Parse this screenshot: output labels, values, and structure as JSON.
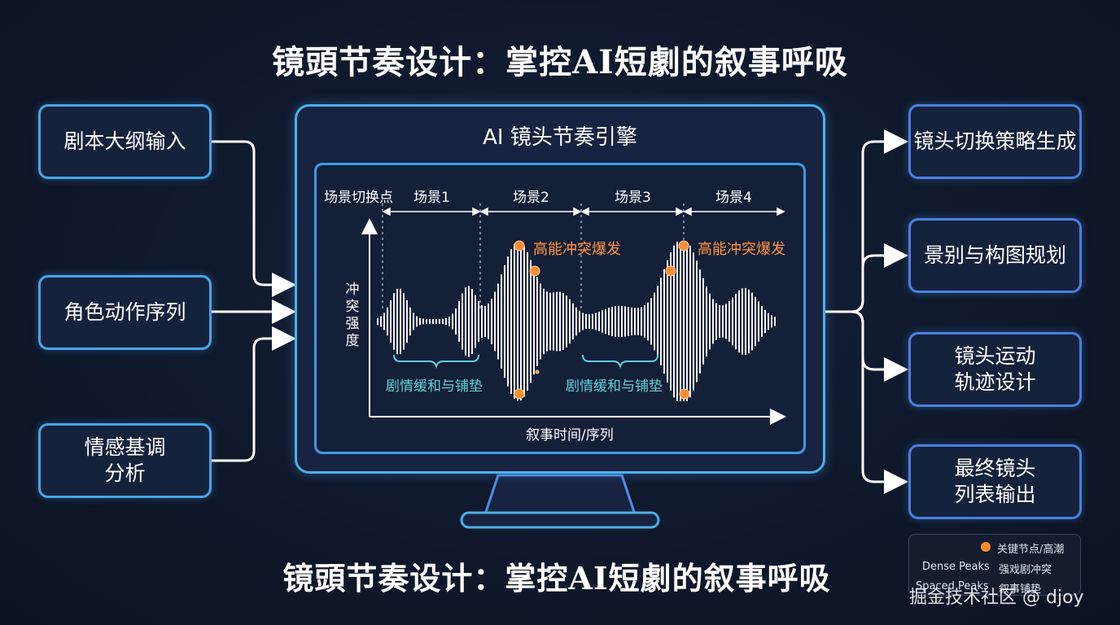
{
  "title": "镜頭节奏设计：掌控AI短劇的叙事呼吸",
  "subtitle": "镜頭节奏设计：掌控AI短劇的叙事呼吸",
  "inputs": [
    "剧本大纲输入",
    "角色动作序列",
    "情感基调\n分析"
  ],
  "outputs": [
    "镜头切换策略生成",
    "景别与构图规划",
    "镜头运动\n轨迹设计",
    "最终镜头\n列表输出"
  ],
  "engine": {
    "title": "AI 镜头节奏引擎",
    "scene_switch_label": "场景切换点",
    "scenes": [
      "场景1",
      "场景2",
      "场景3",
      "场景4"
    ],
    "peak_label": "高能冲突爆发",
    "calm_label": "剧情缓和与铺垫",
    "y_axis_label": "冲突强度",
    "x_axis_label": "叙事时间/序列"
  },
  "legend": {
    "key_node": "关键节点/高潮",
    "dense_left": "Dense Peaks",
    "dense_right": "强戏剧冲突",
    "spaced_left": "Spaced Peaks",
    "spaced_right": "叙事铺垫"
  },
  "watermark": "掘金技术社区 @ djoy",
  "colors": {
    "box_border": "#46a6e8",
    "accent_orange": "#ff9640",
    "teal": "#5fd0d8",
    "background": "#101a2e"
  }
}
